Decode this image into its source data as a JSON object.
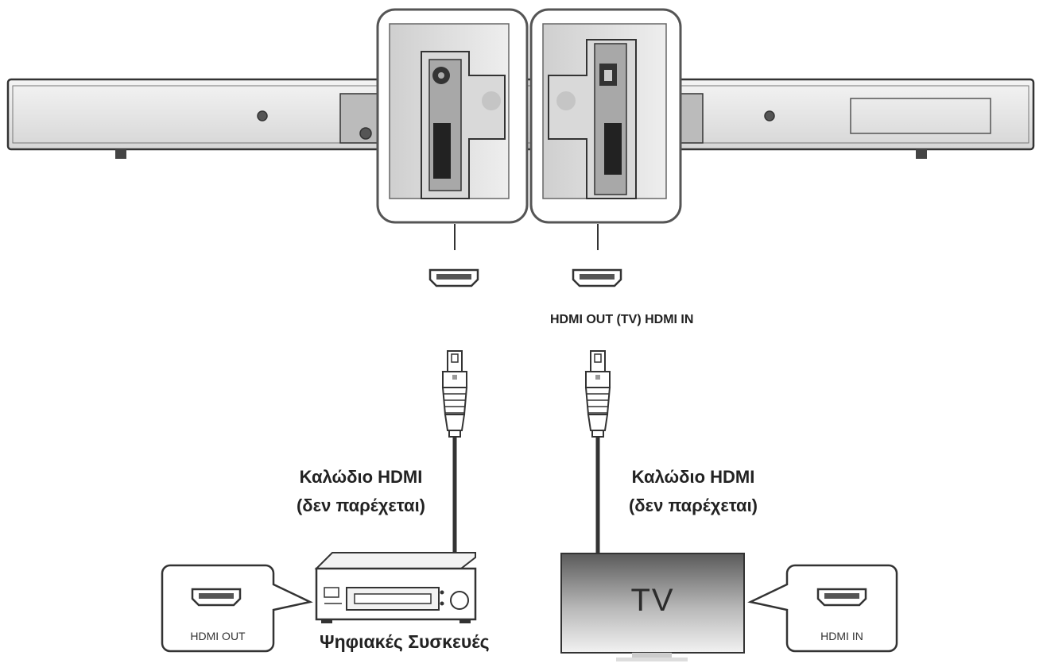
{
  "labels": {
    "port_caption": "HDMI OUT (TV) HDMI IN",
    "cable_left_line1": "Καλώδιο HDMI",
    "cable_left_line2": "(δεν παρέχεται)",
    "cable_right_line1": "Καλώδιο HDMI",
    "cable_right_line2": "(δεν παρέχεται)",
    "device_label": "Ψηφιακές Συσκευές",
    "tv_label": "TV",
    "callout_left": "HDMI OUT",
    "callout_right": "HDMI IN"
  },
  "colors": {
    "stroke": "#333333",
    "panel": "#e4e4e4",
    "panel_dark": "#8a8a8a",
    "tv_top": "#5a5a5a",
    "tv_bottom": "#f2f2f2"
  }
}
